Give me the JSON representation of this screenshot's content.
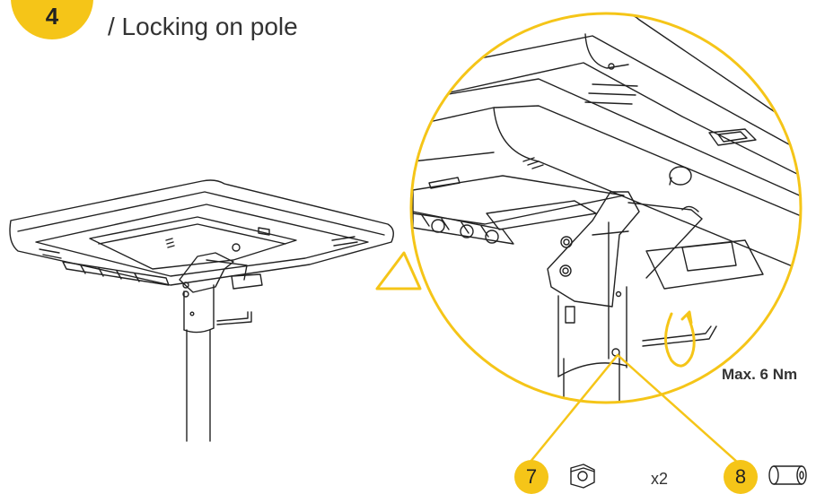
{
  "step": {
    "number": "4",
    "heading": "",
    "subtitle": "/ Locking on pole"
  },
  "torque_label": "Max. 6 Nm",
  "parts": [
    {
      "callout": "7",
      "icon": "hex-nut-icon",
      "quantity": "x2"
    },
    {
      "callout": "8",
      "icon": "cylinder-spacer-icon"
    }
  ],
  "colors": {
    "accent": "#F5C518",
    "line": "#222222",
    "paper": "#ffffff"
  }
}
